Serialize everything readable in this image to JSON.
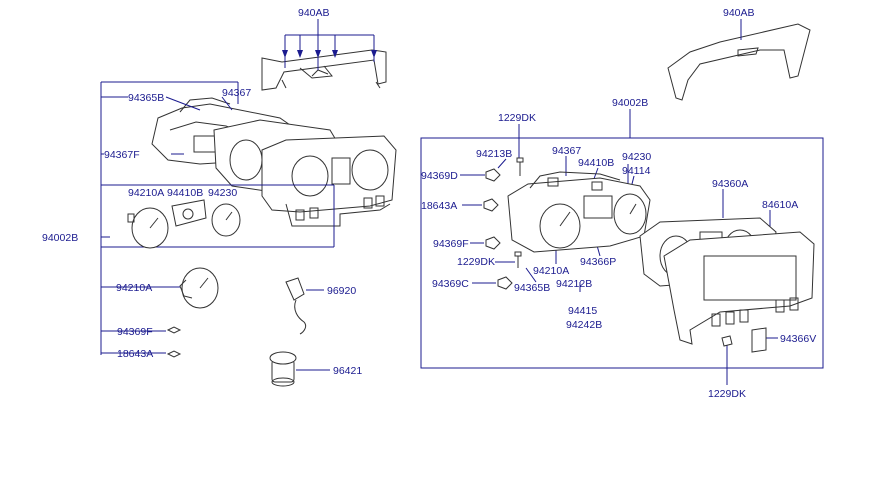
{
  "labels": {
    "l_940ab_left": "940AB",
    "l_940ab_right": "940AB",
    "l_94365b_left": "94365B",
    "l_94367_left": "94367",
    "l_94367f": "94367F",
    "l_94210a_top": "94210A",
    "l_94410b_left": "94410B",
    "l_94230_left": "94230",
    "l_94002b_left": "94002B",
    "l_94210a_left": "94210A",
    "l_94369f_left": "94369F",
    "l_18643a_left": "18643A",
    "l_96920": "96920",
    "l_96421": "96421",
    "l_94002b_right": "94002B",
    "l_1229dk_top": "1229DK",
    "l_94213b": "94213B",
    "l_94367_right": "94367",
    "l_94410b_right": "94410B",
    "l_94230_right": "94230",
    "l_94114": "94114",
    "l_94369d": "94369D",
    "l_18643a_right": "18643A",
    "l_94369f_right": "94369F",
    "l_1229dk_mid": "1229DK",
    "l_94369c": "94369C",
    "l_94210a_right": "94210A",
    "l_94365b_right": "94365B",
    "l_94212b": "94212B",
    "l_94366p": "94366P",
    "l_94415": "94415",
    "l_94242b": "94242B",
    "l_94360a": "94360A",
    "l_84610a": "84610A",
    "l_94366v": "94366V",
    "l_1229dk_bottom": "1229DK"
  }
}
